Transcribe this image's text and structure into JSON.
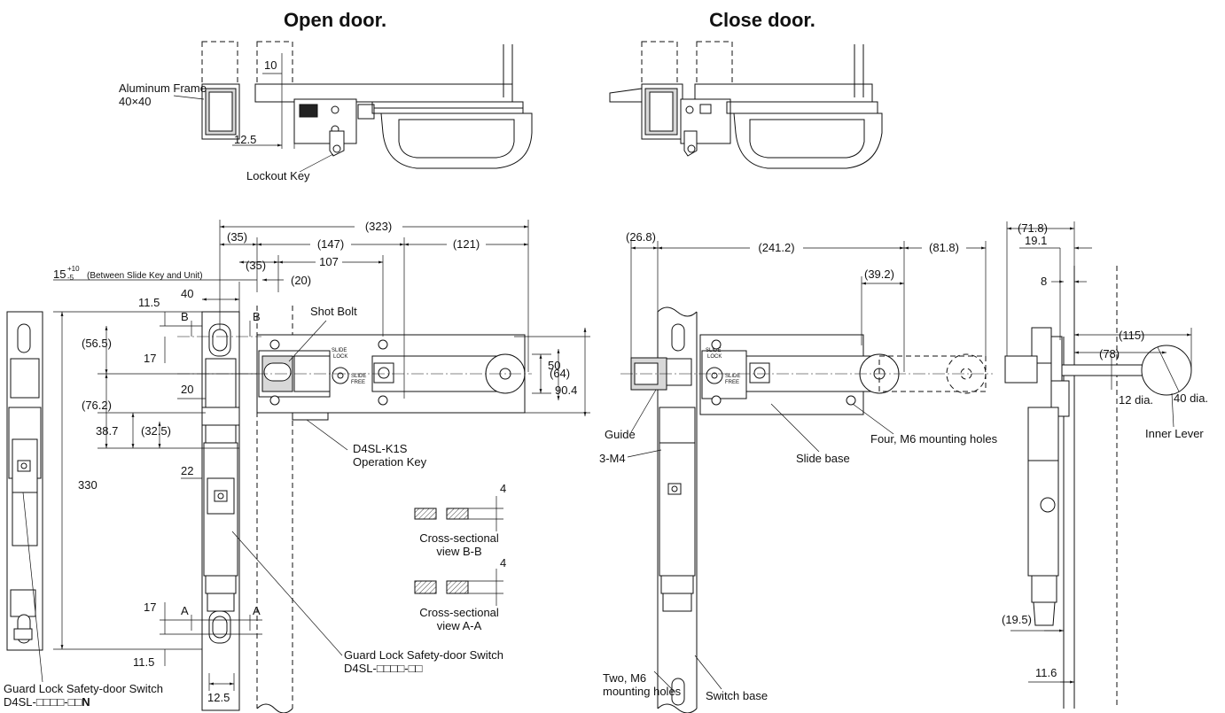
{
  "titles": {
    "open": "Open door.",
    "close": "Close door."
  },
  "labels": {
    "aluminum_frame_1": "Aluminum Frame",
    "aluminum_frame_2": "40×40",
    "lockout_key": "Lockout Key",
    "shot_bolt": "Shot Bolt",
    "operation_key_1": "D4SL-K1S",
    "operation_key_2": "Operation Key",
    "between": "(Between Slide Key and Unit)",
    "cross_bb_1": "Cross-sectional",
    "cross_bb_2": "view B-B",
    "cross_aa_1": "Cross-sectional",
    "cross_aa_2": "view A-A",
    "gl_switch_mid_1": "Guard Lock Safety-door Switch",
    "gl_switch_mid_2": "D4SL-□□□□-□□",
    "gl_switch_left_1": "Guard Lock Safety-door Switch",
    "gl_switch_left_2a": "D4SL-□□□□-□□",
    "gl_switch_left_2b": "N",
    "guide": "Guide",
    "m4": "3-M4",
    "slide_base": "Slide base",
    "four_holes": "Four, M6 mounting holes",
    "two_holes_1": "Two, M6",
    "two_holes_2": "mounting holes",
    "switch_base": "Switch base",
    "inner_lever": "Inner Lever",
    "dia12": "12 dia.",
    "dia40": "40 dia.",
    "sec_a": "A",
    "sec_b": "B",
    "slide": "SLIDE",
    "lock": "LOCK",
    "free": "FREE"
  },
  "dims": {
    "d10": "10",
    "d12_5_top": "12.5",
    "d323": "(323)",
    "d35a": "(35)",
    "d147": "(147)",
    "d121": "(121)",
    "d15": "15",
    "d15_sup": "+10",
    "d15_sub": "-5",
    "d35b": "(35)",
    "d107": "107",
    "d20p": "(20)",
    "d40": "40",
    "d11_5a": "11.5",
    "d56_5": "(56.5)",
    "d17a": "17",
    "d20": "20",
    "d76_2": "(76.2)",
    "d38_7": "38.7",
    "d32_5": "(32.5)",
    "d22": "22",
    "d330": "330",
    "d17b": "17",
    "d11_5b": "11.5",
    "d12_5_bot": "12.5",
    "d50": "50",
    "d64": "(64)",
    "d90_4": "90.4",
    "d4a": "4",
    "d4b": "4",
    "d26_8": "(26.8)",
    "d241_2": "(241.2)",
    "d81_8": "(81.8)",
    "d39_2": "(39.2)",
    "d71_8": "(71.8)",
    "d19_1": "19.1",
    "d8": "8",
    "d115": "(115)",
    "d78": "(78)",
    "d19_5": "(19.5)",
    "d11_6": "11.6"
  }
}
